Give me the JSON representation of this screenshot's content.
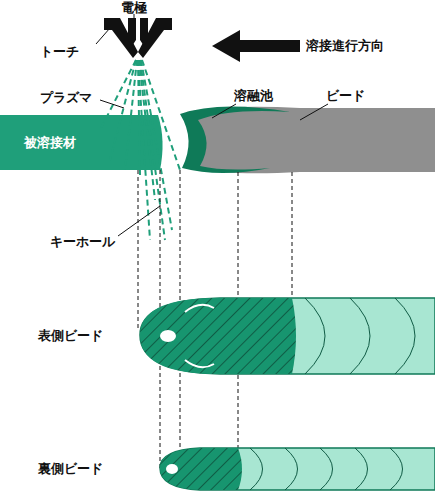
{
  "diagram": {
    "nodes": [
      {
        "text": [
          "被溶接材"
        ]
      }
    ],
    "edges": [],
    "labels": [
      "電極",
      "トーチ",
      "溶接進行方向",
      "プラズマ",
      "溶融池",
      "ビード",
      "キーホール",
      "表側ビード",
      "裏側ビード"
    ]
  }
}
